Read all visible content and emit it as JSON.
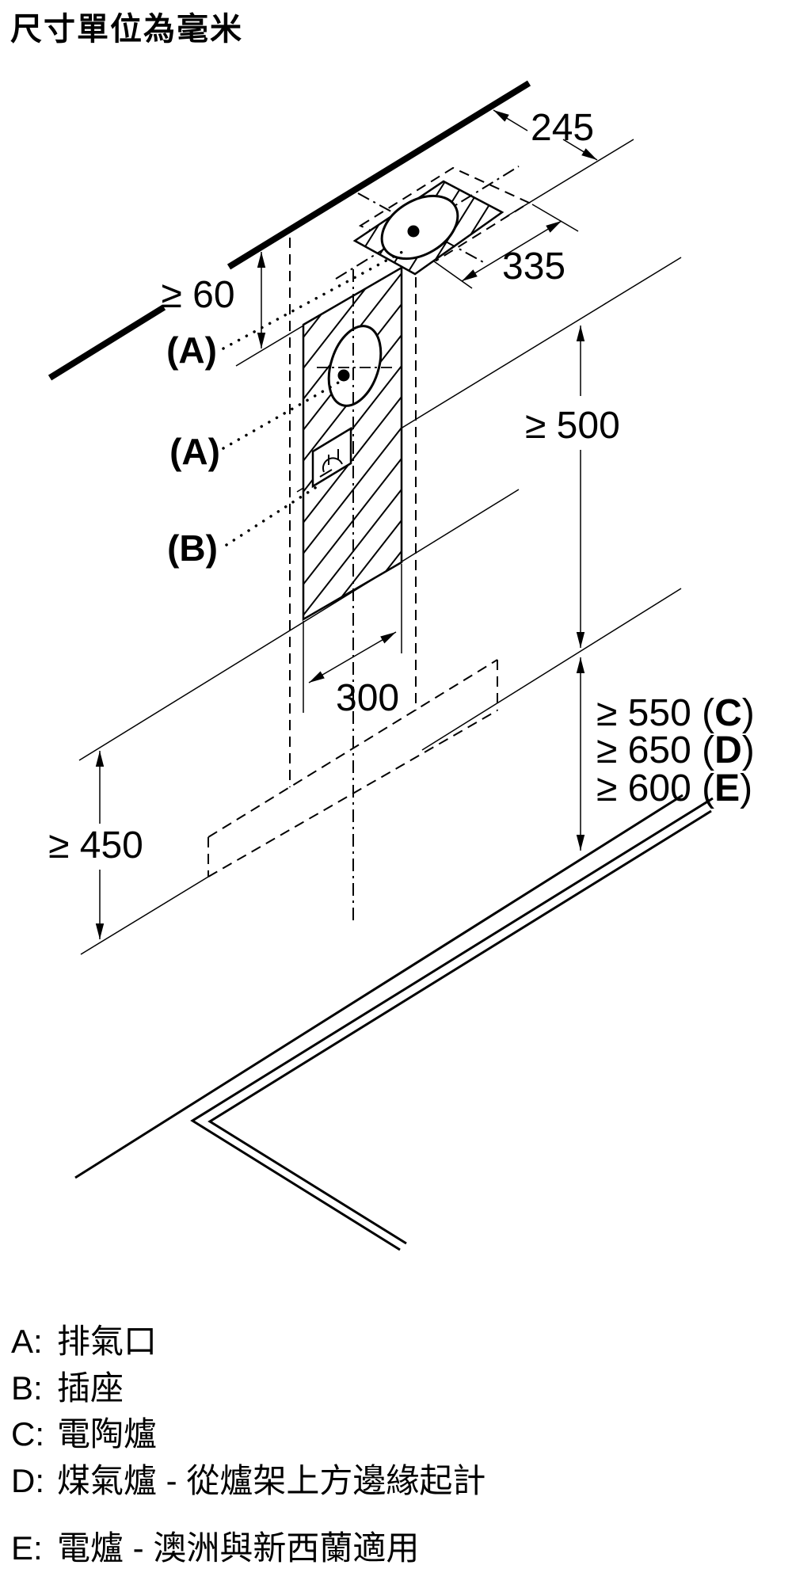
{
  "title": "尺寸單位為毫米",
  "dimensions": {
    "ceiling_depth": "245",
    "plate_width": "335",
    "ceiling_gap": "≥ 60",
    "wall_height": "≥ 500",
    "duct_width": "300",
    "left_clearance": "≥ 450",
    "clearances": [
      {
        "prefix": "≥ 550 (",
        "key": "C",
        "suffix": ")"
      },
      {
        "prefix": "≥ 650 (",
        "key": "D",
        "suffix": ")"
      },
      {
        "prefix": "≥ 600 (",
        "key": "E",
        "suffix": ")"
      }
    ]
  },
  "callouts": {
    "a_top": "(A)",
    "a_mid": "(A)",
    "b": "(B)"
  },
  "legend": [
    {
      "key": "A:",
      "text": "排氣口"
    },
    {
      "key": "B:",
      "text": "插座"
    },
    {
      "key": "C:",
      "text": "電陶爐"
    },
    {
      "key": "D:",
      "text": "煤氣爐 - 從爐架上方邊緣起計"
    },
    {
      "key": "E:",
      "text": "電爐 - 澳洲與新西蘭適用"
    }
  ],
  "colors": {
    "ink": "#000000",
    "background": "#ffffff"
  }
}
